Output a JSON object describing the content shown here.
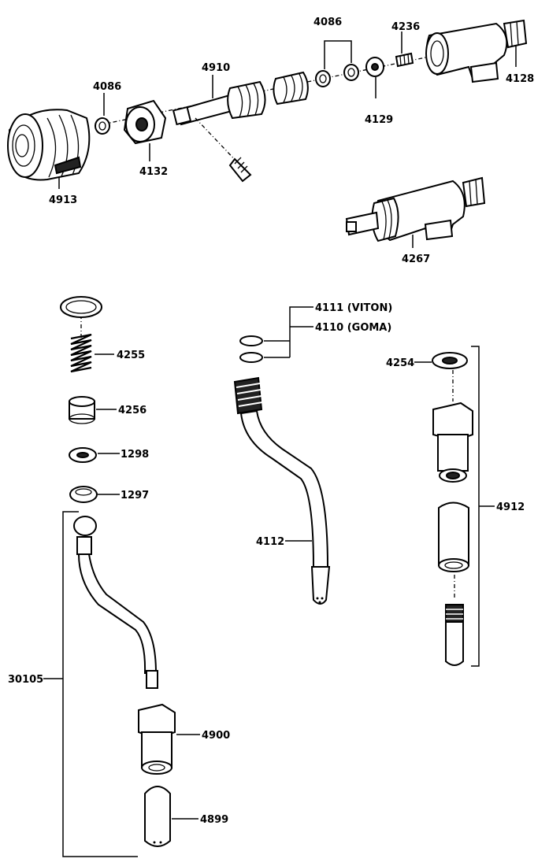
{
  "labels": {
    "p4086a": "4086",
    "p4913": "4913",
    "p4132": "4132",
    "p4910": "4910",
    "p4086b": "4086",
    "p4236": "4236",
    "p4128": "4128",
    "p4129": "4129",
    "p4267": "4267",
    "p4255": "4255",
    "p4256": "4256",
    "p1298": "1298",
    "p1297": "1297",
    "p30105": "30105",
    "p4900": "4900",
    "p4899": "4899",
    "p4111": "4111 (VITON)",
    "p4110": "4110 (GOMA)",
    "p4112": "4112",
    "p4254": "4254",
    "p4912": "4912"
  }
}
